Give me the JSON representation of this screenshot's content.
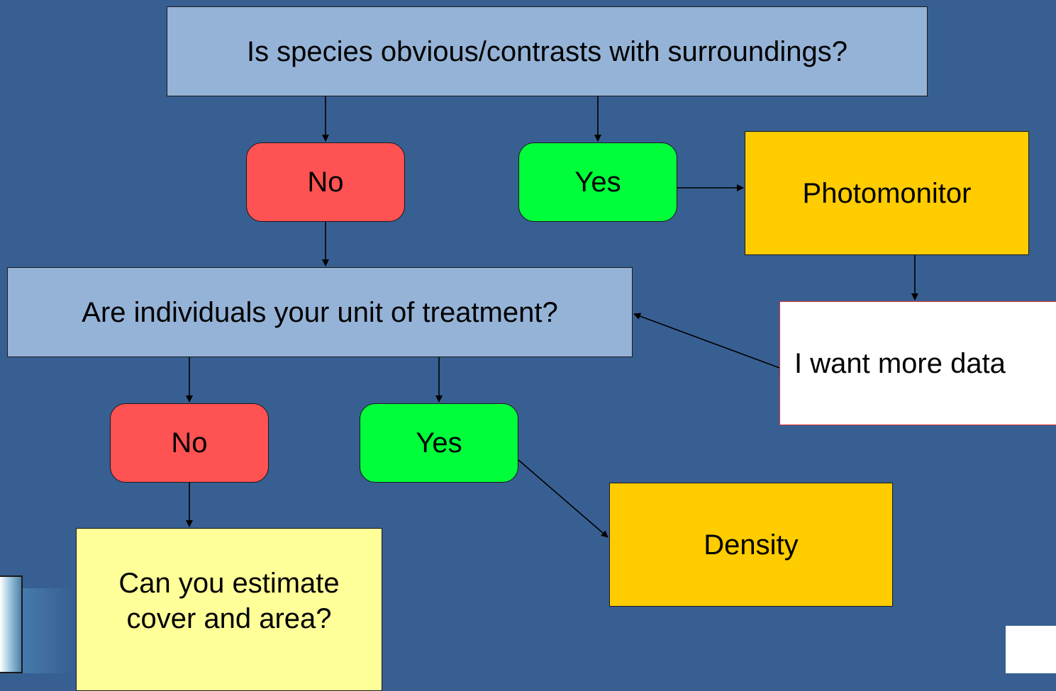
{
  "nodes": {
    "q1": "Is species obvious/contrasts with surroundings?",
    "no1": "No",
    "yes1": "Yes",
    "photomonitor": "Photomonitor",
    "q2": "Are individuals your unit of treatment?",
    "more_data": "I want more data",
    "no2": "No",
    "yes2": "Yes",
    "density": "Density",
    "cover_line1": "Can you estimate",
    "cover_line2": "cover and area?"
  },
  "colors": {
    "background": "#385f92",
    "question": "#95b3d7",
    "no": "#ff5252",
    "yes": "#00ff3a",
    "result": "#ffcc00",
    "white_box_border": "#e03030",
    "cover_box": "#ffff99"
  }
}
